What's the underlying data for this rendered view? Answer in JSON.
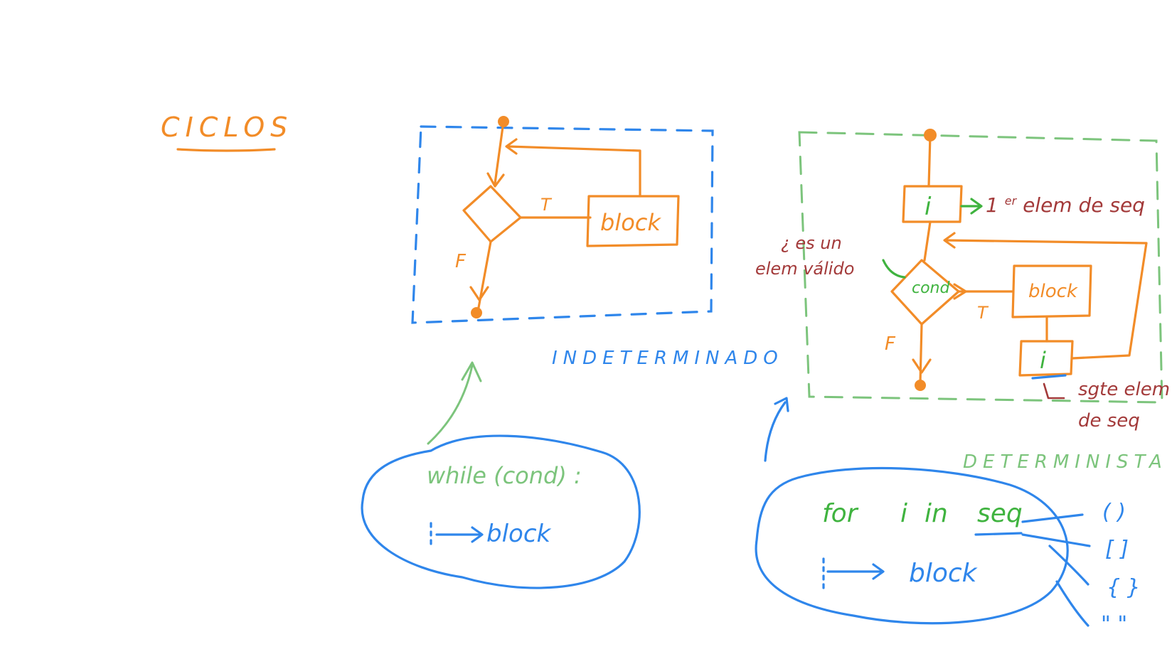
{
  "colors": {
    "orange": "#f28c28",
    "blue": "#2f86eb",
    "green": "#3fb33f",
    "light_green": "#7cc47c",
    "maroon": "#a33a3a"
  },
  "title": "CICLOS",
  "indeterminado": {
    "label": "INDETERMINADO",
    "block_label": "block",
    "true_label": "T",
    "false_label": "F"
  },
  "determinista": {
    "label": "DETERMINISTA",
    "init_var": "i",
    "init_note": "1er elem de seq",
    "init_note_main": "1",
    "init_note_sup": "er",
    "init_note_rest": " elem de seq",
    "cond_label": "cond",
    "cond_note_line1": "¿ es un",
    "cond_note_line2": "elem válido",
    "block_label": "block",
    "true_label": "T",
    "false_label": "F",
    "next_var": "i",
    "next_note_line1": "sgte elem",
    "next_note_line2": "de seq"
  },
  "while_code": {
    "line1": "while (cond) :",
    "line2": "block"
  },
  "for_code": {
    "line1_for": "for",
    "line1_var": "i",
    "line1_in": "in",
    "line1_seq": "seq",
    "line2": "block"
  },
  "seq_types": [
    "( )",
    "[ ]",
    "{ }",
    "\" \""
  ]
}
